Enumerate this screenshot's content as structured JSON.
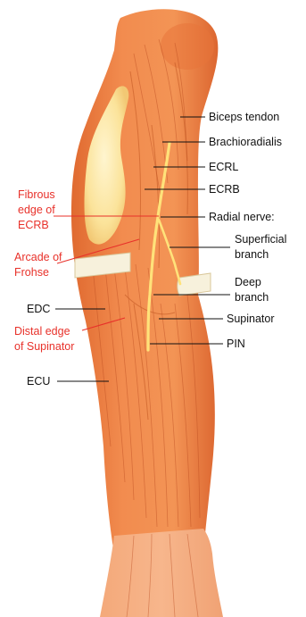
{
  "labels": {
    "biceps_tendon": "Biceps tendon",
    "brachioradialis": "Brachioradialis",
    "ecrl": "ECRL",
    "ecrb": "ECRB",
    "radial_nerve": "Radial nerve:",
    "superficial_branch_line1": "Superficial",
    "superficial_branch_line2": "branch",
    "deep_branch_line1": "Deep",
    "deep_branch_line2": "branch",
    "supinator": "Supinator",
    "pin": "PIN",
    "edc": "EDC",
    "ecu": "ECU",
    "fibrous_edge_line1": "Fibrous",
    "fibrous_edge_line2": "edge of",
    "fibrous_edge_line3": "ECRB",
    "arcade_line1": "Arcade of",
    "arcade_line2": "Frohse",
    "distal_edge_line1": "Distal edge",
    "distal_edge_line2": "of Supinator"
  },
  "colors": {
    "muscle": "#f08a4b",
    "muscle_dark": "#d9622a",
    "muscle_light": "#f6a570",
    "bone": "#fbe6a2",
    "nerve": "#ffe27a",
    "retractor": "#f7f1dc",
    "label_black": "#111111",
    "label_red": "#e8312a"
  }
}
